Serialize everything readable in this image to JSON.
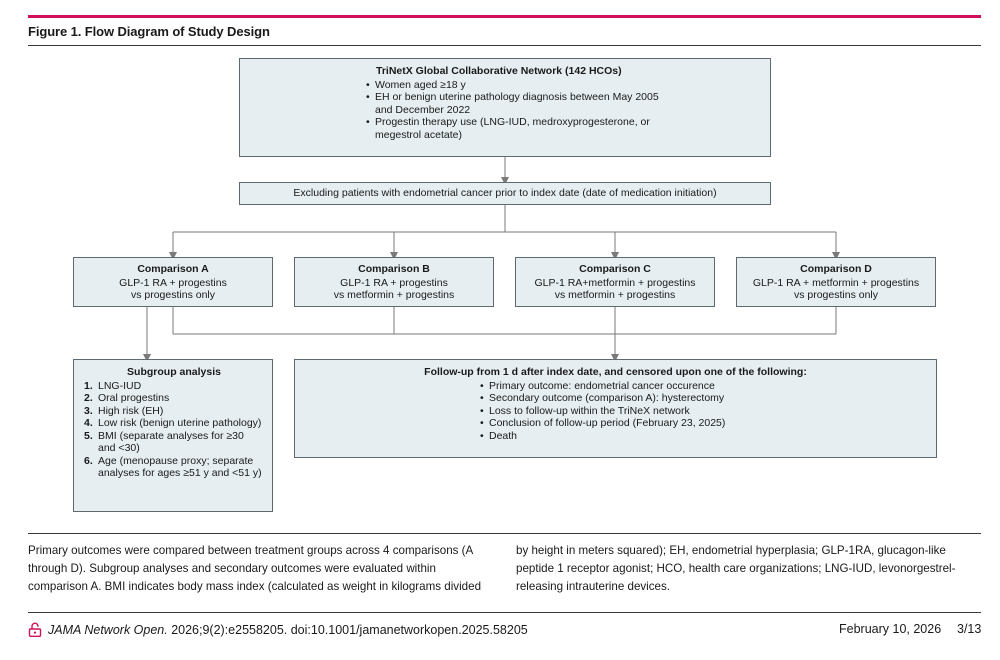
{
  "figure": {
    "title": "Figure 1. Flow Diagram of Study Design"
  },
  "boxes": {
    "network": {
      "title": "TriNetX Global Collaborative Network (142 HCOs)",
      "bullets": [
        "Women aged ≥18 y",
        "EH or benign uterine pathology diagnosis between May 2005 and December 2022",
        "Progestin therapy use (LNG-IUD, medroxyprogesterone, or megestrol acetate)"
      ]
    },
    "exclusion": "Excluding patients with endometrial cancer prior to index date (date of medication initiation)",
    "comparisons": [
      {
        "title": "Comparison A",
        "line1": "GLP-1 RA + progestins",
        "line2": "vs progestins only"
      },
      {
        "title": "Comparison B",
        "line1": "GLP-1 RA + progestins",
        "line2": "vs metformin + progestins"
      },
      {
        "title": "Comparison C",
        "line1": "GLP-1 RA+metformin + progestins",
        "line2": "vs metformin + progestins"
      },
      {
        "title": "Comparison D",
        "line1": "GLP-1 RA + metformin + progestins",
        "line2": "vs progestins only"
      }
    ],
    "subgroup": {
      "title": "Subgroup analysis",
      "items": [
        {
          "num": "1.",
          "text": "LNG-IUD"
        },
        {
          "num": "2.",
          "text": "Oral progestins"
        },
        {
          "num": "3.",
          "text": "High risk (EH)"
        },
        {
          "num": "4.",
          "text": "Low risk (benign uterine pathology)"
        },
        {
          "num": "5.",
          "text": "BMI (separate analyses for ≥30 and <30)"
        },
        {
          "num": "6.",
          "text": "Age (menopause proxy; separate analyses for ages ≥51 y and <51 y)"
        }
      ]
    },
    "followup": {
      "title": "Follow-up from 1 d after index date, and censored upon one of the following:",
      "bullets": [
        "Primary outcome: endometrial cancer occurence",
        "Secondary outcome (comparison A): hysterectomy",
        "Loss to follow-up within the TriNeX network",
        "Conclusion of follow-up period (February 23, 2025)",
        "Death"
      ]
    }
  },
  "caption": {
    "left": "Primary outcomes were compared between treatment groups across 4 comparisons (A through D). Subgroup analyses and secondary outcomes were evaluated within comparison A. BMI indicates body mass index (calculated as weight in kilograms divided",
    "right": "by height in meters squared); EH, endometrial hyperplasia; GLP-1RA, glucagon-like peptide 1 receptor agonist; HCO, health care organizations; LNG-IUD, levonorgestrel-releasing intrauterine devices."
  },
  "footer": {
    "icon": "open-lock-icon",
    "journal": "JAMA Network Open.",
    "citation": " 2026;9(2):e2558205. doi:10.1001/jamanetworkopen.2025.58205",
    "date": "February 10, 2026",
    "page": "3/13"
  },
  "colors": {
    "accent": "#d0105a",
    "box_fill": "#e6eef1",
    "box_border": "#5e6a70",
    "connector": "#7a7a7a"
  }
}
